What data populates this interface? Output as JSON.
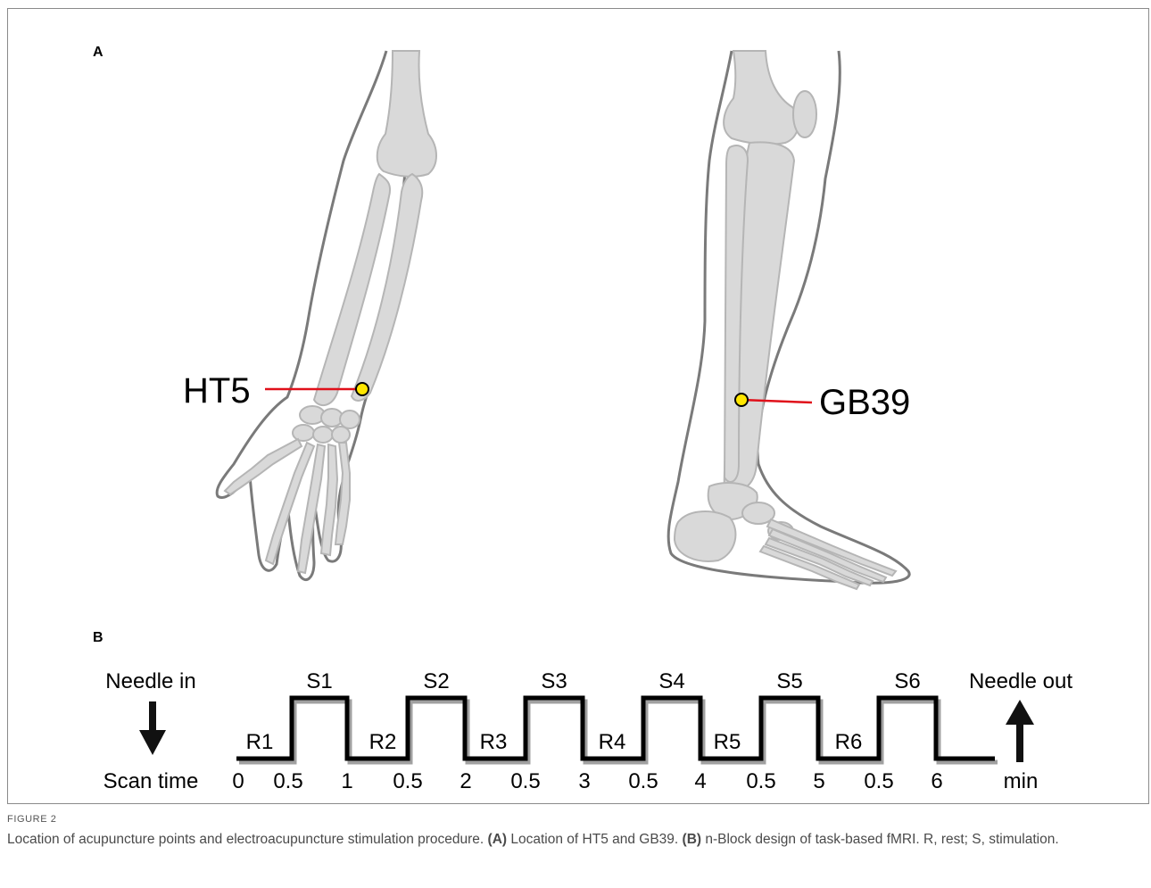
{
  "panel_a": {
    "label": "A",
    "points": [
      {
        "name": "HT5"
      },
      {
        "name": "GB39"
      }
    ],
    "colors": {
      "point_fill": "#ffe600",
      "leader_line": "#e0101a",
      "bone": "#d9d9d9",
      "outline": "#7a7a7a"
    }
  },
  "panel_b": {
    "label": "B",
    "needle_in": "Needle in",
    "needle_out": "Needle out",
    "scan_time_label": "Scan time",
    "unit": "min",
    "stimulation_labels": [
      "S1",
      "S2",
      "S3",
      "S4",
      "S5",
      "S6"
    ],
    "rest_labels": [
      "R1",
      "R2",
      "R3",
      "R4",
      "R5",
      "R6"
    ],
    "time_ticks": [
      "0",
      "0.5",
      "1",
      "0.5",
      "2",
      "0.5",
      "3",
      "0.5",
      "4",
      "0.5",
      "5",
      "0.5",
      "6"
    ]
  },
  "figure_label": "FIGURE 2",
  "caption": {
    "part1": "Location of acupuncture points and electroacupuncture stimulation procedure. ",
    "a_ref": "(A)",
    "part2": " Location of HT5 and GB39. ",
    "b_ref": "(B)",
    "part3": " n-Block design of task-based fMRI. R, rest; S, stimulation."
  }
}
